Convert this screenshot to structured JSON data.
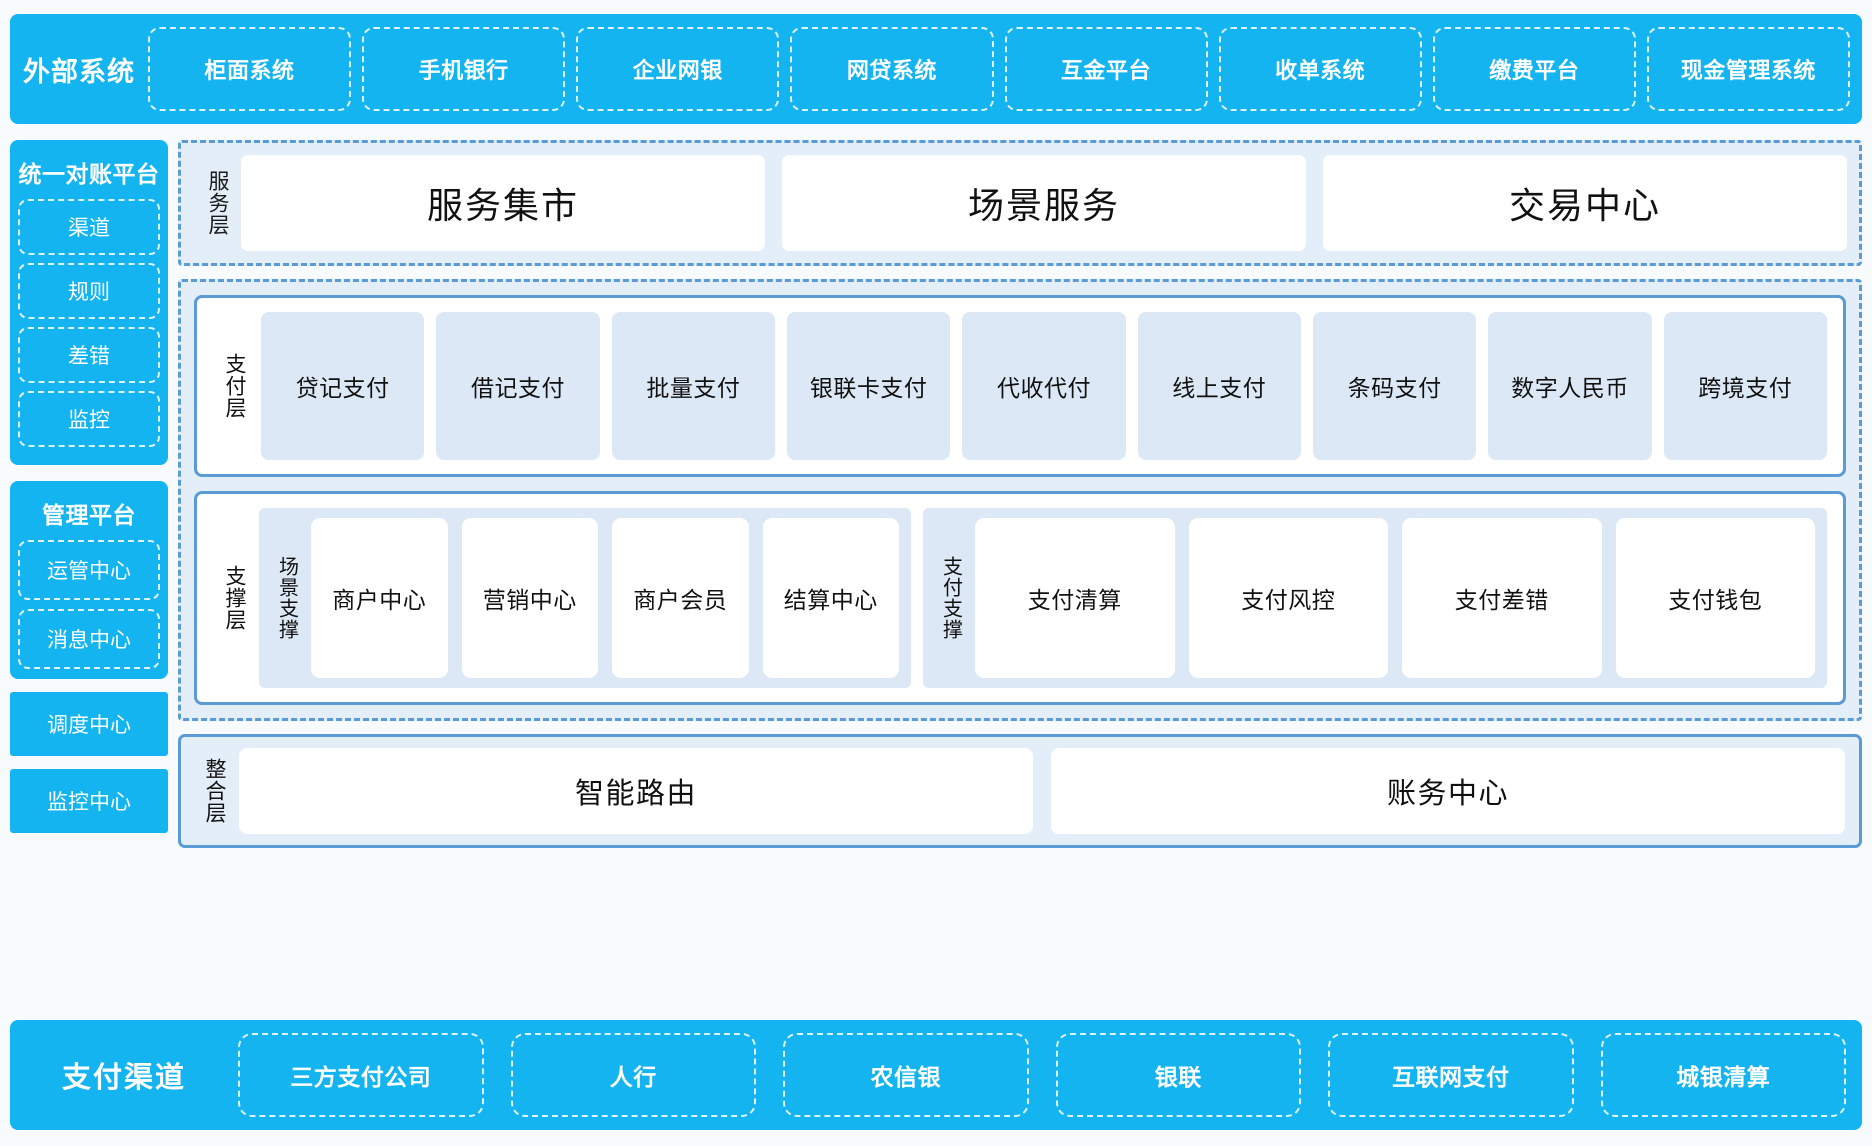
{
  "external": {
    "title": "外部系统",
    "systems": [
      "柜面系统",
      "手机银行",
      "企业网银",
      "网贷系统",
      "互金平台",
      "收单系统",
      "缴费平台",
      "现金管理系统"
    ]
  },
  "left": {
    "reconciliation": {
      "title": "统一对账平台",
      "items": [
        "渠道",
        "规则",
        "差错",
        "监控"
      ]
    },
    "management": {
      "title": "管理平台",
      "items": [
        "运管中心",
        "消息中心"
      ]
    },
    "standalone": [
      "调度中心",
      "监控中心"
    ]
  },
  "service_layer": {
    "label": "服务层",
    "cards": [
      "服务集市",
      "场景服务",
      "交易中心"
    ]
  },
  "payment_layer": {
    "label": "支付层",
    "tiles": [
      "贷记支付",
      "借记支付",
      "批量支付",
      "银联卡支付",
      "代收代付",
      "线上支付",
      "条码支付",
      "数字人民币",
      "跨境支付"
    ]
  },
  "support_layer": {
    "label": "支撑层",
    "groups": [
      {
        "label": "场景支撑",
        "tiles": [
          "商户中心",
          "营销中心",
          "商户会员",
          "结算中心"
        ]
      },
      {
        "label": "支付支撑",
        "tiles": [
          "支付清算",
          "支付风控",
          "支付差错",
          "支付钱包"
        ]
      }
    ]
  },
  "integration_layer": {
    "label": "整合层",
    "cards": [
      "智能路由",
      "账务中心"
    ]
  },
  "channels": {
    "title": "支付渠道",
    "items": [
      "三方支付公司",
      "人行",
      "农信银",
      "银联",
      "互联网支付",
      "城银清算"
    ]
  },
  "colors": {
    "brand_blue": "#14b4f0",
    "dashed_blue": "#5b9bd5",
    "panel_fill": "#e3eef9",
    "tile_fill": "#dce8f5",
    "page_bg": "#f7fbfd"
  }
}
